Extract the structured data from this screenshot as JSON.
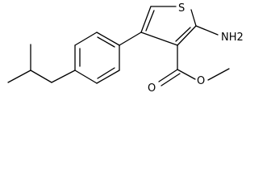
{
  "molecule": {
    "atoms": {
      "sulfur": "S",
      "amine": "NH2",
      "carbonyl_oxygen": "O",
      "ester_oxygen": "O"
    }
  }
}
